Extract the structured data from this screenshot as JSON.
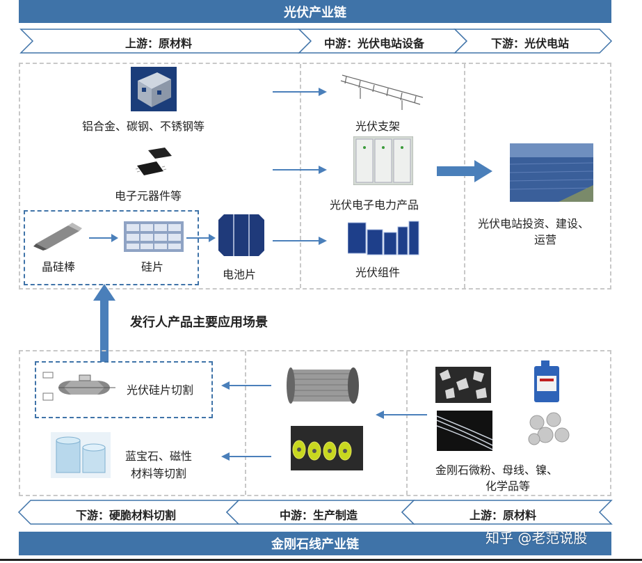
{
  "top_chain": {
    "title": "光伏产业链",
    "upstream": "上游：原材料",
    "midstream": "中游：光伏电站设备",
    "downstream": "下游：光伏电站"
  },
  "top_items": {
    "aluminum": "铝合金、碳钢、不锈钢等",
    "electronic": "电子元器件等",
    "ingot": "晶硅棒",
    "wafer": "硅片",
    "cell": "电池片",
    "bracket": "光伏支架",
    "power_products": "光伏电子电力产品",
    "modules": "光伏组件",
    "station_line1": "光伏电站投资、建设、",
    "station_line2": "运营"
  },
  "center_title": "发行人产品主要应用场景",
  "bottom_items": {
    "pv_cut": "光伏硅片切割",
    "sapphire_line1": "蓝宝石、磁性",
    "sapphire_line2": "材料等切割",
    "raw_line1": "金刚石微粉、母线、镍、",
    "raw_line2": "化学品等"
  },
  "bottom_chain": {
    "downstream": "下游：硬脆材料切割",
    "midstream": "中游：生产制造",
    "upstream": "上游：原材料",
    "title": "金刚石线产业链"
  },
  "watermark": "知乎 @老范说股",
  "colors": {
    "accent": "#3f73a8",
    "arrow": "#4a7fba",
    "dash": "#c8c8c8"
  }
}
